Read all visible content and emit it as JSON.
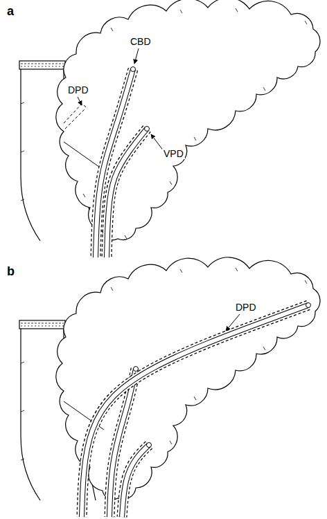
{
  "diagram": {
    "labels": [
      "a",
      "CBD",
      "DPD",
      "VPD",
      "b",
      "DPD"
    ]
  }
}
